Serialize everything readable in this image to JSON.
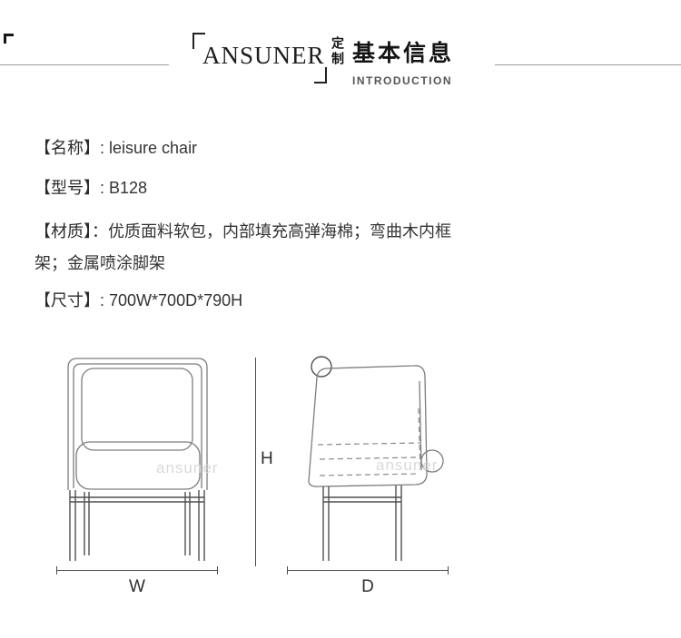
{
  "header": {
    "brand": "ANSUNER",
    "brand_sub": "定制",
    "title": "基本信息",
    "subtitle": "INTRODUCTION"
  },
  "specs": [
    {
      "label": "【名称】",
      "separator": ": ",
      "value": "leisure chair"
    },
    {
      "label": "【型号】",
      "separator": ": ",
      "value": "B128"
    },
    {
      "label": "【材质】",
      "separator": "：",
      "value": "优质面料软包，内部填充高弹海棉；弯曲木内框架；金属喷涂脚架"
    },
    {
      "label": "【尺寸】",
      "separator": ": ",
      "value": "700W*700D*790H"
    }
  ],
  "diagram": {
    "height_label": "H",
    "width_label": "W",
    "depth_label": "D",
    "watermark": "ansuner"
  },
  "colors": {
    "text": "#333333",
    "dimension_line": "#4a4a4a",
    "sketch_line": "#7d7d7d",
    "watermark": "#d9d9d9"
  }
}
